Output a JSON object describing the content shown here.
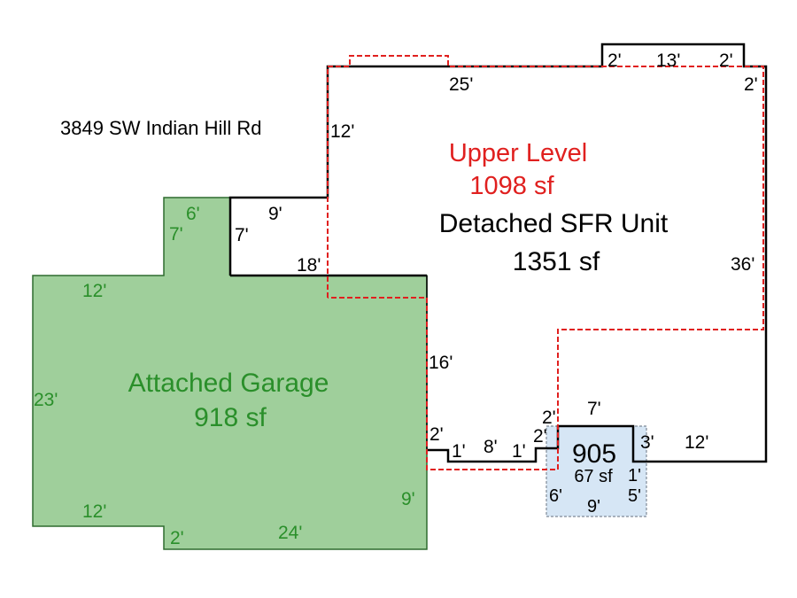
{
  "address": "3849 SW Indian Hill Rd",
  "colors": {
    "main_outline": "#000000",
    "garage_fill": "#9fcf9b",
    "garage_outline": "#2f6b2f",
    "garage_text": "#2a8f2a",
    "upper_outline": "#e0201f",
    "upper_text": "#e0201f",
    "small_fill": "#d6e6f5",
    "small_outline": "#7f8a96"
  },
  "main_unit": {
    "name": "Detached SFR Unit",
    "area": "1351 sf"
  },
  "upper_level": {
    "name": "Upper Level",
    "area": "1098 sf"
  },
  "garage": {
    "name": "Attached Garage",
    "area": "918 sf"
  },
  "small_room": {
    "name": "905",
    "area": "67 sf"
  },
  "dimensions": {
    "top_25": "25'",
    "bump_2a": "2'",
    "bump_13": "13'",
    "bump_2b": "2'",
    "right_2": "2'",
    "left_12": "12'",
    "right_36": "36'",
    "notch_9": "9'",
    "notch_7": "7'",
    "notch_18": "18'",
    "garage_6": "6'",
    "garage_7": "7'",
    "garage_12_top": "12'",
    "garage_23": "23'",
    "garage_12_bottom": "12'",
    "garage_2": "2'",
    "garage_24": "24'",
    "garage_9": "9'",
    "mid_16": "16'",
    "step_2a": "2'",
    "step_1a": "1'",
    "step_8": "8'",
    "step_1b": "1'",
    "step_2b": "2'",
    "step_2c": "2'",
    "room_7": "7'",
    "room_3": "3'",
    "room_12": "12'",
    "room_1": "1'",
    "room_6": "6'",
    "room_9": "9'",
    "room_5": "5'"
  }
}
